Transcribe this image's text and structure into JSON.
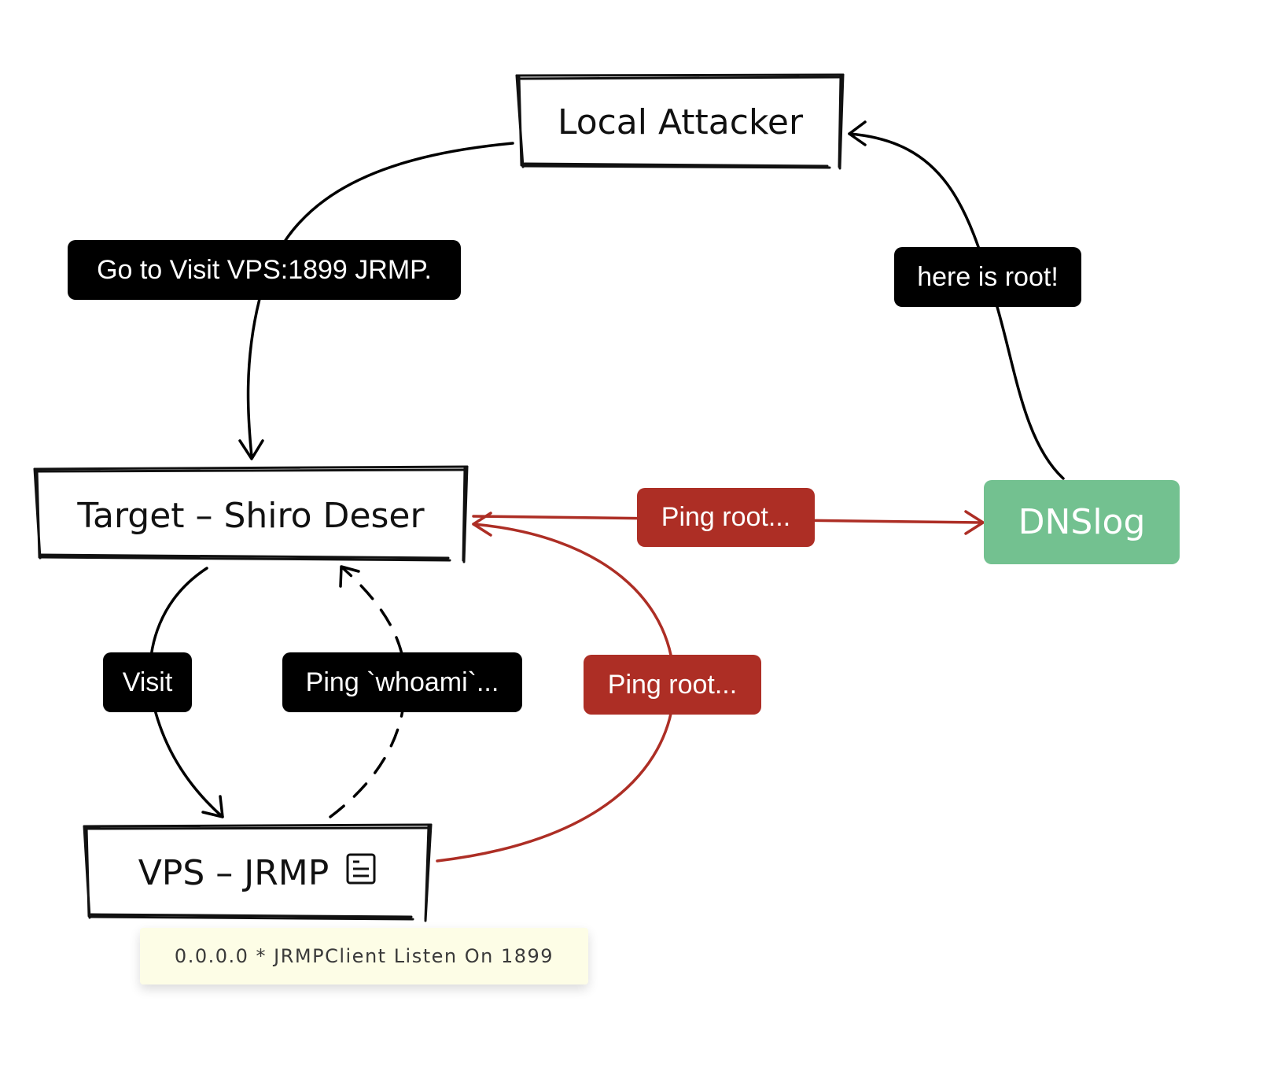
{
  "nodes": {
    "local_attacker": "Local Attacker",
    "target": "Target – Shiro Deser",
    "vps": "VPS – JRMP",
    "dnslog": "DNSlog"
  },
  "edge_labels": {
    "go_visit": "Go to Visit VPS:1899 JRMP.",
    "here_is_root": "here is root!",
    "visit": "Visit",
    "ping_whoami": "Ping `whoami`...",
    "ping_root_right": "Ping root...",
    "ping_root_bottom": "Ping root..."
  },
  "note": "0.0.0.0 * JRMPClient Listen On 1899",
  "icons": {
    "vps_note": "document-icon"
  },
  "colors": {
    "black": "#000000",
    "red": "#ad2e25",
    "dnslog_green": "#73c190",
    "note_bg": "#fdfde6"
  }
}
